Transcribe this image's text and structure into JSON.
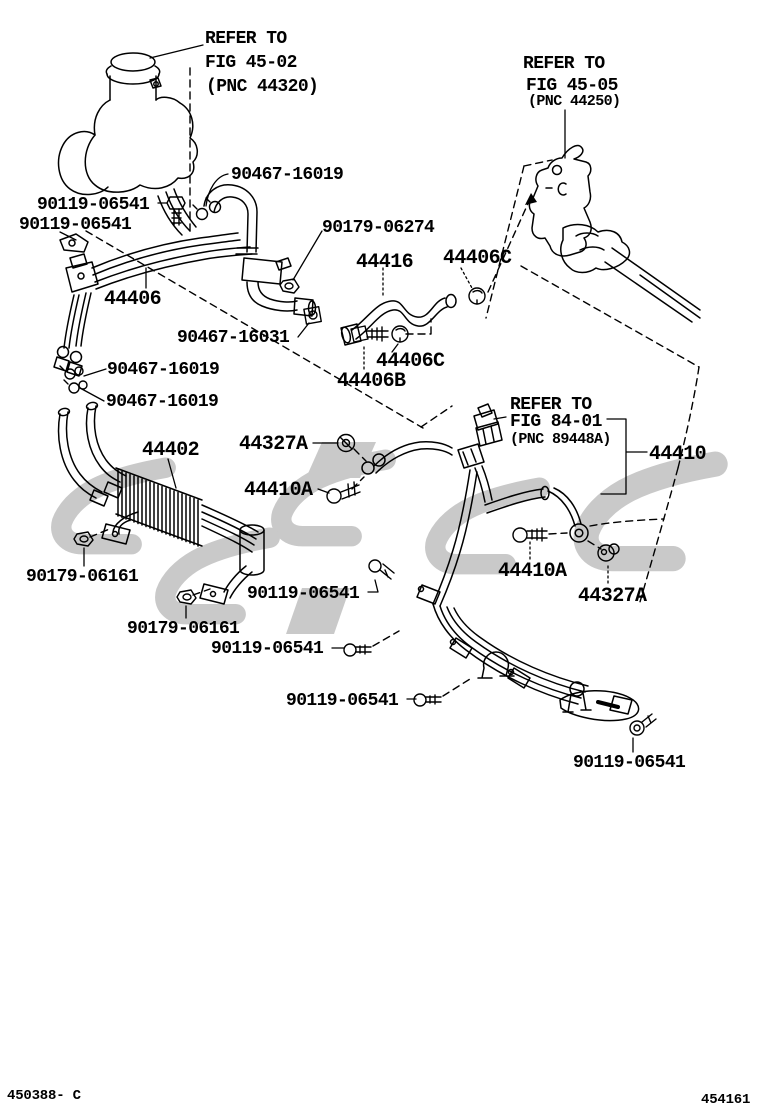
{
  "page": {
    "background": "#ffffff",
    "ink": "#000000",
    "watermark_color": "#c9c9c9"
  },
  "corner": {
    "drawing_code": "450388- C",
    "figure_number": "454161"
  },
  "refer_callouts": {
    "fig4502": {
      "l1": "REFER TO",
      "l2": "FIG 45-02",
      "l3": "(PNC 44320)"
    },
    "fig4505": {
      "l1": "REFER TO",
      "l2": "FIG 45-05",
      "l3": "(PNC 44250)"
    },
    "fig8401": {
      "l1": "REFER TO",
      "l2": "FIG 84-01",
      "l3": "(PNC 89448A)"
    }
  },
  "part_labels": [
    {
      "ref": "clamp-upper-hose",
      "part": "90467-16019"
    },
    {
      "ref": "bolt-top-a",
      "part": "90119-06541"
    },
    {
      "ref": "bolt-top-b",
      "part": "90119-06541"
    },
    {
      "ref": "nut-feed-union",
      "part": "90179-06274"
    },
    {
      "ref": "hose-return-no2",
      "part": "44416"
    },
    {
      "ref": "grommet-a",
      "part": "44406C"
    },
    {
      "ref": "tube-pressure-feed",
      "part": "44406"
    },
    {
      "ref": "clamp-mid",
      "part": "90467-16031"
    },
    {
      "ref": "grommet-b",
      "part": "44406C"
    },
    {
      "ref": "bolt-union",
      "part": "44406B"
    },
    {
      "ref": "clamp-lower-a",
      "part": "90467-16019"
    },
    {
      "ref": "clamp-lower-b",
      "part": "90467-16019"
    },
    {
      "ref": "oil-cooler",
      "part": "44402"
    },
    {
      "ref": "clamp-return-a",
      "part": "44327A"
    },
    {
      "ref": "bolt-return-a",
      "part": "44410A"
    },
    {
      "ref": "tube-return-assy",
      "part": "44410"
    },
    {
      "ref": "bolt-return-b",
      "part": "44410A"
    },
    {
      "ref": "clamp-return-b",
      "part": "44327A"
    },
    {
      "ref": "nut-cooler-a",
      "part": "90179-06161"
    },
    {
      "ref": "bolt-mid-a",
      "part": "90119-06541"
    },
    {
      "ref": "nut-cooler-b",
      "part": "90179-06161"
    },
    {
      "ref": "bolt-mid-b",
      "part": "90119-06541"
    },
    {
      "ref": "bolt-mid-c",
      "part": "90119-06541"
    },
    {
      "ref": "bolt-bottom",
      "part": "90119-06541"
    }
  ]
}
